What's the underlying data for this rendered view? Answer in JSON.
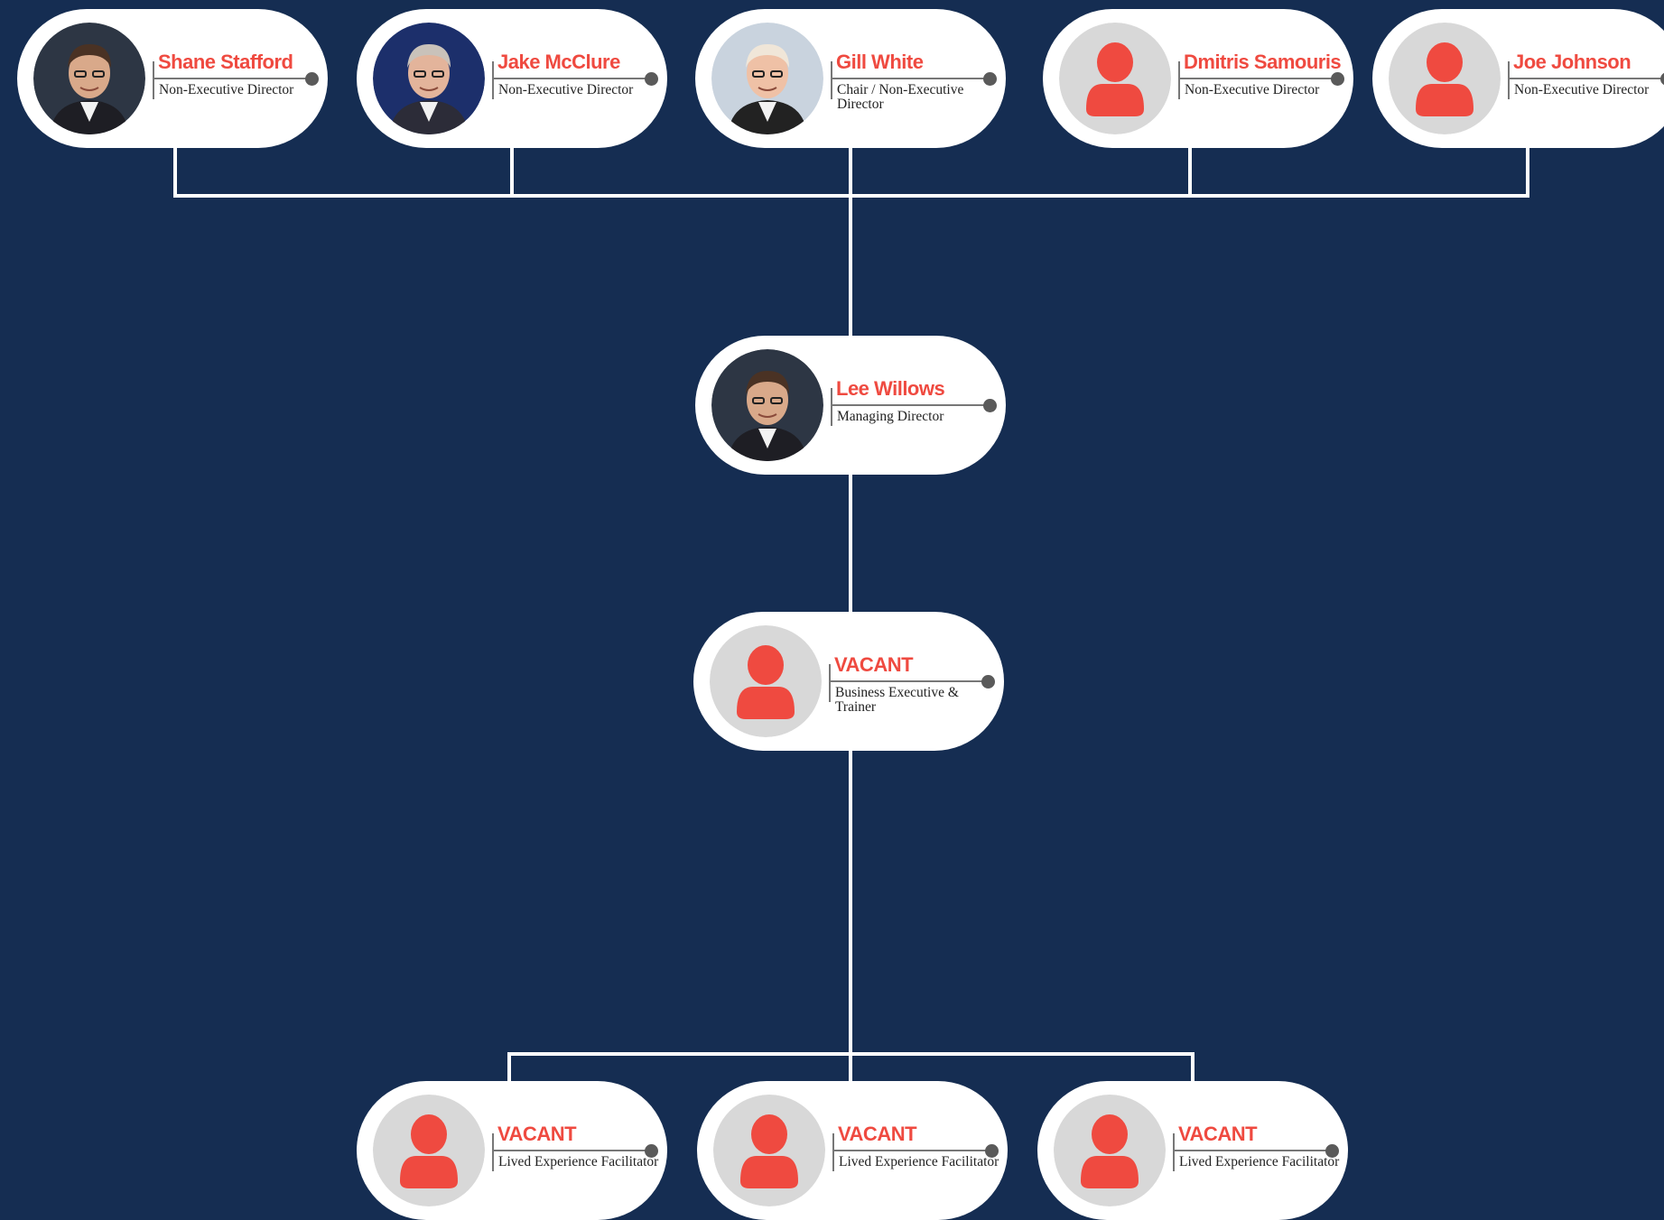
{
  "colors": {
    "background": "#152d52",
    "card": "#ffffff",
    "accent": "#ef4a40",
    "connector": "#ffffff",
    "placeholder_bg": "#d8d8d8"
  },
  "board": [
    {
      "name": "Shane Stafford",
      "role": "Non-Executive Director",
      "avatar": "photo"
    },
    {
      "name": "Jake McClure",
      "role": "Non-Executive Director",
      "avatar": "photo"
    },
    {
      "name": "Gill White",
      "role": "Chair / Non-Executive Director",
      "avatar": "photo"
    },
    {
      "name": "Dmitris Samouris",
      "role": "Non-Executive Director",
      "avatar": "user-icon"
    },
    {
      "name": "Joe Johnson",
      "role": "Non-Executive Director",
      "avatar": "user-icon"
    }
  ],
  "managing_director": {
    "name": "Lee Willows",
    "role": "Managing Director",
    "avatar": "photo"
  },
  "business_executive": {
    "name": "VACANT",
    "role": "Business Executive & Trainer",
    "avatar": "user-icon"
  },
  "facilitators": [
    {
      "name": "VACANT",
      "role": "Lived Experience Facilitator",
      "avatar": "user-icon"
    },
    {
      "name": "VACANT",
      "role": "Lived Experience Facilitator",
      "avatar": "user-icon"
    },
    {
      "name": "VACANT",
      "role": "Lived Experience Facilitator",
      "avatar": "user-icon"
    }
  ]
}
